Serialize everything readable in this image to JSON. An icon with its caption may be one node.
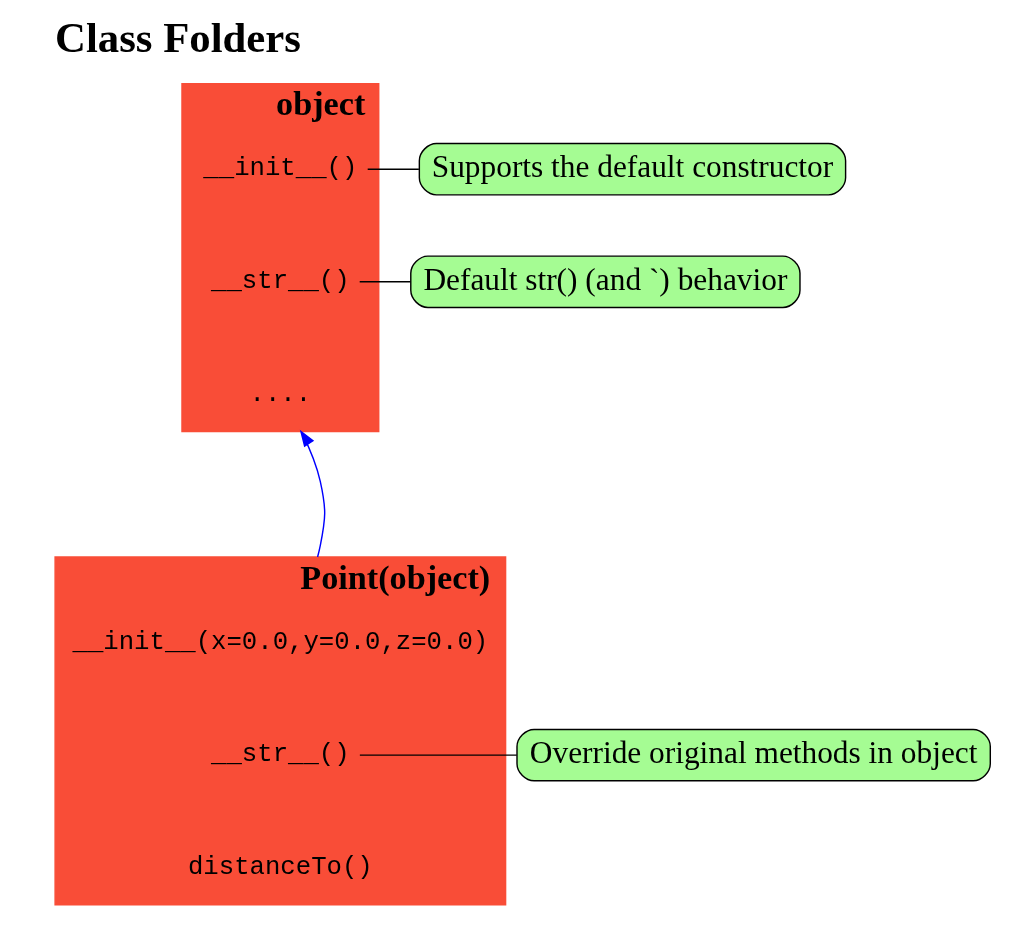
{
  "diagram": {
    "title": "Class Folders",
    "nodes": [
      {
        "text": [
          "object"
        ]
      },
      {
        "text": [
          "__init__()"
        ],
        "in": 0
      },
      {
        "text": [
          "__str__()"
        ],
        "in": 0
      },
      {
        "text": [
          "...."
        ],
        "in": 0
      },
      {
        "text": [
          "Supports the default constructor"
        ]
      },
      {
        "text": [
          "Default str() (and `) behavior"
        ]
      },
      {
        "text": [
          "Point(object)"
        ]
      },
      {
        "text": [
          "__init__(x=0.0,y=0.0,z=0.0)"
        ],
        "in": 6
      },
      {
        "text": [
          "__str__()"
        ],
        "in": 6
      },
      {
        "text": [
          "distanceTo()"
        ],
        "in": 6
      },
      {
        "text": [
          "Override original methods in object"
        ]
      }
    ],
    "edges": [
      {
        "from": 4,
        "to": 1,
        "arrow": "none"
      },
      {
        "from": 5,
        "to": 2,
        "arrow": "none"
      },
      {
        "from": 6,
        "to": 0,
        "arrow": "to",
        "color": "#0000ff"
      },
      {
        "from": 10,
        "to": 8,
        "arrow": "none"
      }
    ]
  }
}
